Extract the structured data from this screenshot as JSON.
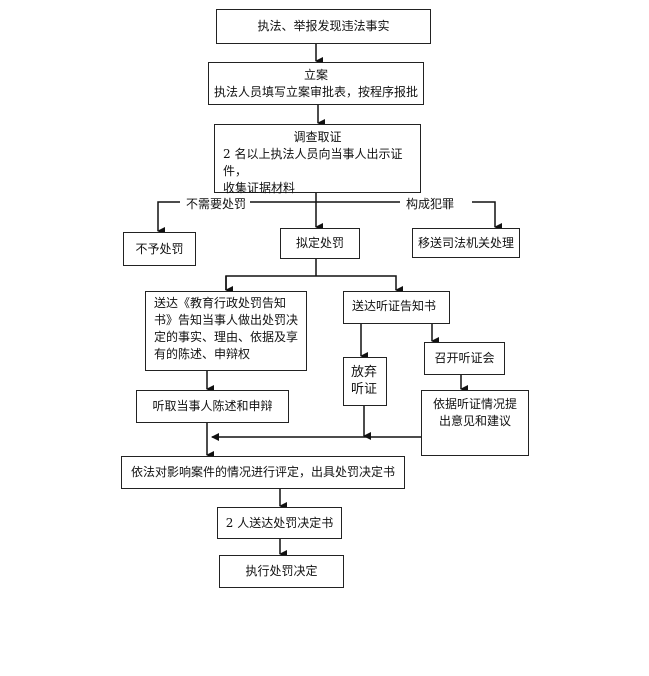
{
  "nodes": {
    "discover": "执法、举报发现违法事实",
    "register_title": "立案",
    "register_desc": "执法人员填写立案审批表，按程序报批",
    "investigate_title": "调查取证",
    "investigate_desc1": "2 名以上执法人员向当事人出示证件，",
    "investigate_desc2": "收集证据材料",
    "no_penalty": "不予处罚",
    "propose_penalty": "拟定处罚",
    "transfer_judicial": "移送司法机关处理",
    "deliver_notice": "送达《教育行政处罚告知书》告知当事人做出处罚决定的事实、理由、依据及享有的陈述、申辩权",
    "deliver_hearing_notice": "送达听证告知书",
    "waive_hearing": "放弃听证",
    "hold_hearing": "召开听证会",
    "hearing_opinion": "依据听证情况提出意见和建议",
    "hear_statement": "听取当事人陈述和申辩",
    "evaluate": "依法对影响案件的情况进行评定，出具处罚决定书",
    "deliver_decision": "2 人送达处罚决定书",
    "execute": "执行处罚决定"
  },
  "edge_labels": {
    "no_need": "不需要处罚",
    "crime": "构成犯罪"
  }
}
